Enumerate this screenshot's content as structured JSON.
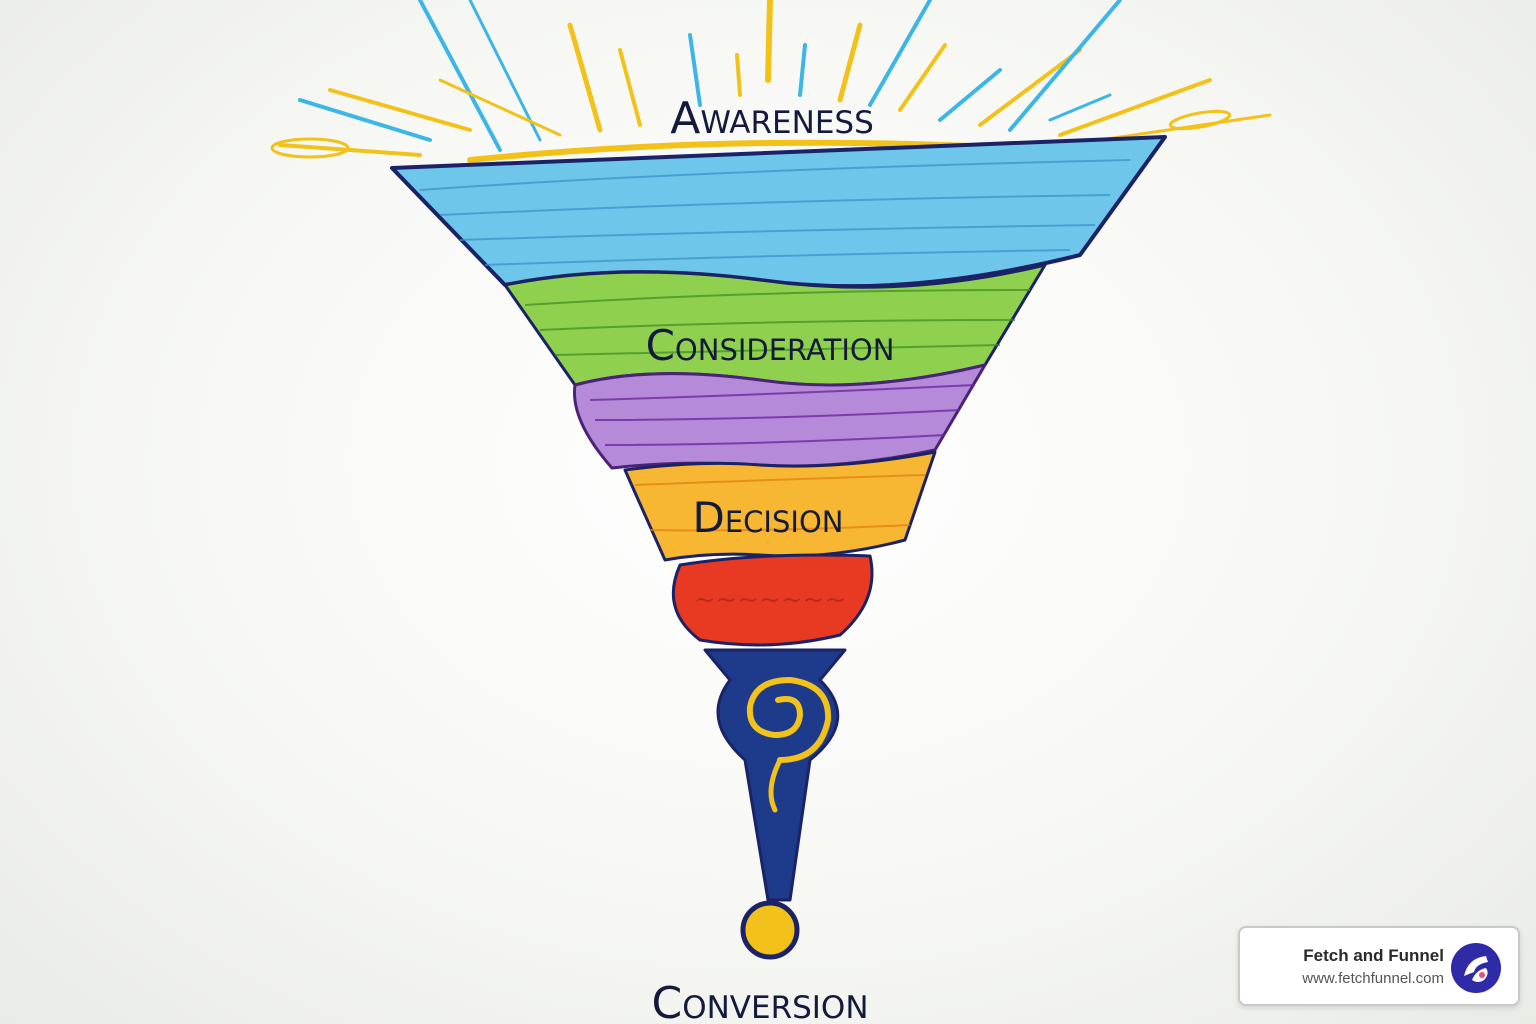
{
  "stages": [
    {
      "label": "Awareness",
      "color": "#6ec6ea"
    },
    {
      "label": "Consideration",
      "color": "#8fd14f"
    },
    {
      "label": "",
      "color": "#b58ad8"
    },
    {
      "label": "Decision",
      "color": "#f7b733"
    },
    {
      "label": "",
      "color": "#e83a22"
    }
  ],
  "final_stage": {
    "label": "Conversion",
    "color": "#1e3a8a"
  },
  "accent_colors": {
    "sunburst_yellow": "#f2c21b",
    "sunburst_blue": "#3bb6e6",
    "outline": "#1b2366"
  },
  "brand": {
    "name": "Fetch and Funnel",
    "url": "www.fetchfunnel.com",
    "logo_icon": "fetch-funnel-logo-icon"
  }
}
